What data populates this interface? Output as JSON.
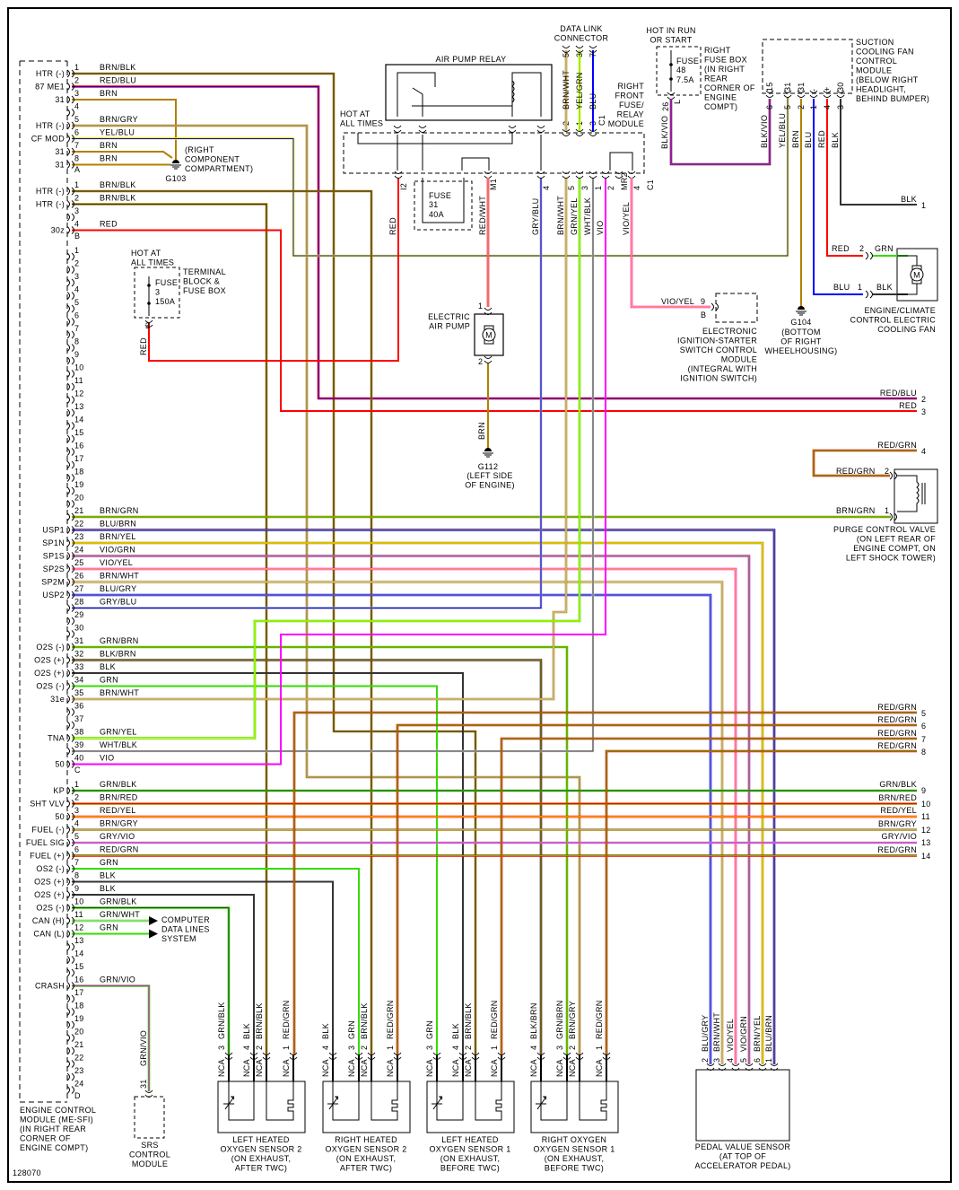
{
  "figure_id": "128070",
  "wire_colors": {
    "BRN": "#b08000",
    "RED": "#ff0000",
    "BLU": "#0000ff",
    "GRN": "#33dd00",
    "YEL": "#ffff00",
    "BLK": "#333333",
    "GRY": "#aaaaaa",
    "VIO": "#ff00ff",
    "WHT": "#dddddd"
  },
  "ecm": {
    "name": [
      "ENGINE CONTROL",
      "MODULE (ME-SFI)",
      "(IN RIGHT REAR",
      "CORNER OF",
      "ENGINE COMPT)"
    ],
    "connectors": [
      {
        "id": "A",
        "pins": [
          {
            "n": "1",
            "func": "HTR (-)",
            "wire": "BRN/BLK"
          },
          {
            "n": "2",
            "func": "87 ME1",
            "wire": "RED/BLU"
          },
          {
            "n": "3",
            "func": "31",
            "wire": "BRN"
          },
          {
            "n": "4",
            "func": "",
            "wire": ""
          },
          {
            "n": "5",
            "func": "HTR (-)",
            "wire": "BRN/GRY"
          },
          {
            "n": "6",
            "func": "CF MOD",
            "wire": "YEL/BLU"
          },
          {
            "n": "7",
            "func": "31",
            "wire": "BRN"
          },
          {
            "n": "8",
            "func": "31",
            "wire": "BRN"
          }
        ]
      },
      {
        "id": "B",
        "pins": [
          {
            "n": "1",
            "func": "HTR (-)",
            "wire": "BRN/BLK"
          },
          {
            "n": "2",
            "func": "HTR (-)",
            "wire": "BRN/BLK"
          },
          {
            "n": "3",
            "func": "",
            "wire": ""
          },
          {
            "n": "4",
            "func": "30z",
            "wire": "RED"
          }
        ]
      },
      {
        "id": "C",
        "pins": [
          {
            "n": "1",
            "func": "",
            "wire": ""
          },
          {
            "n": "2",
            "func": "",
            "wire": ""
          },
          {
            "n": "3",
            "func": "",
            "wire": ""
          },
          {
            "n": "4",
            "func": "",
            "wire": ""
          },
          {
            "n": "5",
            "func": "",
            "wire": ""
          },
          {
            "n": "6",
            "func": "",
            "wire": ""
          },
          {
            "n": "7",
            "func": "",
            "wire": ""
          },
          {
            "n": "8",
            "func": "",
            "wire": ""
          },
          {
            "n": "9",
            "func": "",
            "wire": ""
          },
          {
            "n": "10",
            "func": "",
            "wire": ""
          },
          {
            "n": "11",
            "func": "",
            "wire": ""
          },
          {
            "n": "12",
            "func": "",
            "wire": ""
          },
          {
            "n": "13",
            "func": "",
            "wire": ""
          },
          {
            "n": "14",
            "func": "",
            "wire": ""
          },
          {
            "n": "15",
            "func": "",
            "wire": ""
          },
          {
            "n": "16",
            "func": "",
            "wire": ""
          },
          {
            "n": "17",
            "func": "",
            "wire": ""
          },
          {
            "n": "18",
            "func": "",
            "wire": ""
          },
          {
            "n": "19",
            "func": "",
            "wire": ""
          },
          {
            "n": "20",
            "func": "",
            "wire": ""
          },
          {
            "n": "21",
            "func": "",
            "wire": "BRN/GRN"
          },
          {
            "n": "22",
            "func": "USP1",
            "wire": "BLU/BRN"
          },
          {
            "n": "23",
            "func": "SP1N",
            "wire": "BRN/YEL"
          },
          {
            "n": "24",
            "func": "SP1S",
            "wire": "VIO/GRN"
          },
          {
            "n": "25",
            "func": "SP2S",
            "wire": "VIO/YEL"
          },
          {
            "n": "26",
            "func": "SP2M",
            "wire": "BRN/WHT"
          },
          {
            "n": "27",
            "func": "USP2",
            "wire": "BLU/GRY"
          },
          {
            "n": "28",
            "func": "",
            "wire": "GRY/BLU"
          },
          {
            "n": "29",
            "func": "",
            "wire": ""
          },
          {
            "n": "30",
            "func": "",
            "wire": ""
          },
          {
            "n": "31",
            "func": "O2S (-)",
            "wire": "GRN/BRN"
          },
          {
            "n": "32",
            "func": "O2S (+)",
            "wire": "BLK/BRN"
          },
          {
            "n": "33",
            "func": "O2S (+)",
            "wire": "BLK"
          },
          {
            "n": "34",
            "func": "O2S (-)",
            "wire": "GRN"
          },
          {
            "n": "35",
            "func": "31e",
            "wire": "BRN/WHT"
          },
          {
            "n": "36",
            "func": "",
            "wire": ""
          },
          {
            "n": "37",
            "func": "",
            "wire": ""
          },
          {
            "n": "38",
            "func": "TNA",
            "wire": "GRN/YEL"
          },
          {
            "n": "39",
            "func": "",
            "wire": "WHT/BLK"
          },
          {
            "n": "40",
            "func": "50",
            "wire": "VIO"
          }
        ]
      },
      {
        "id": "D",
        "pins": [
          {
            "n": "1",
            "func": "KP",
            "wire": "GRN/BLK"
          },
          {
            "n": "2",
            "func": "SHT VLV",
            "wire": "BRN/RED"
          },
          {
            "n": "3",
            "func": "50",
            "wire": "RED/YEL"
          },
          {
            "n": "4",
            "func": "FUEL (-)",
            "wire": "BRN/GRY"
          },
          {
            "n": "5",
            "func": "FUEL SIG",
            "wire": "GRY/VIO"
          },
          {
            "n": "6",
            "func": "FUEL (+)",
            "wire": "RED/GRN"
          },
          {
            "n": "7",
            "func": "OS2 (-)",
            "wire": "GRN"
          },
          {
            "n": "8",
            "func": "O2S (+)",
            "wire": "BLK"
          },
          {
            "n": "9",
            "func": "O2S (+)",
            "wire": "BLK"
          },
          {
            "n": "10",
            "func": "O2S (-)",
            "wire": "GRN/BLK"
          },
          {
            "n": "11",
            "func": "CAN (H)",
            "wire": "GRN/WHT"
          },
          {
            "n": "12",
            "func": "CAN (L)",
            "wire": "GRN"
          },
          {
            "n": "13",
            "func": "",
            "wire": ""
          },
          {
            "n": "14",
            "func": "",
            "wire": ""
          },
          {
            "n": "15",
            "func": "",
            "wire": ""
          },
          {
            "n": "16",
            "func": "CRASH",
            "wire": "GRN/VIO"
          },
          {
            "n": "17",
            "func": "",
            "wire": ""
          },
          {
            "n": "18",
            "func": "",
            "wire": ""
          },
          {
            "n": "19",
            "func": "",
            "wire": ""
          },
          {
            "n": "20",
            "func": "",
            "wire": ""
          },
          {
            "n": "21",
            "func": "",
            "wire": ""
          },
          {
            "n": "22",
            "func": "",
            "wire": ""
          },
          {
            "n": "23",
            "func": "",
            "wire": ""
          },
          {
            "n": "24",
            "func": "",
            "wire": ""
          }
        ]
      }
    ]
  },
  "g103": {
    "id": "G103",
    "location": [
      "(RIGHT",
      "COMPONENT",
      "COMPARTMENT)"
    ]
  },
  "terminal_block": {
    "hot": [
      "HOT AT",
      "ALL TIMES"
    ],
    "fuse": [
      "FUSE",
      "3",
      "150A"
    ],
    "name": [
      "TERMINAL",
      "BLOCK &",
      "FUSE BOX"
    ],
    "pin": "3",
    "wire": "RED"
  },
  "air_pump_relay": {
    "name": "AIR PUMP RELAY",
    "hot": [
      "HOT AT",
      "ALL TIMES"
    ]
  },
  "relay_module": {
    "name": [
      "RIGHT",
      "FRONT",
      "FUSE/",
      "RELAY",
      "MODULE"
    ],
    "fuse": [
      "FUSE",
      "31",
      "40A"
    ],
    "top_pins": [
      {
        "n": "2",
        "wire": "BRN/WHT"
      },
      {
        "n": "1",
        "wire": "YEL/GRN"
      },
      {
        "n": "3",
        "wire": "BLU"
      }
    ],
    "top_connector": "C1",
    "bottom_pins": [
      {
        "n": "I2",
        "wire": "RED"
      },
      {
        "n": "M1",
        "wire": "RED/WHT"
      },
      {
        "n": "4",
        "wire": "GRY/BLU"
      },
      {
        "n": "5",
        "wire": "BRN/WHT"
      },
      {
        "n": "3",
        "wire": "GRN/YEL"
      },
      {
        "n": "1",
        "wire": "WHT/BLK"
      },
      {
        "n": "2",
        "wire": "VIO"
      },
      {
        "n": "MR2",
        "wire": ""
      },
      {
        "n": "4",
        "wire": "VIO/YEL"
      }
    ],
    "bottom_connector": "C1"
  },
  "data_link_connector": {
    "name": [
      "DATA LINK",
      "CONNECTOR"
    ],
    "pins": [
      {
        "n": "5",
        "wire": "BRN/WHT"
      },
      {
        "n": "3",
        "wire": "YEL/GRN"
      },
      {
        "n": "7",
        "wire": "BLU"
      }
    ]
  },
  "right_fuse_box": {
    "hot": [
      "HOT IN RUN",
      "OR START"
    ],
    "fuse": [
      "FUSE",
      "48",
      "7.5A"
    ],
    "name": [
      "RIGHT",
      "FUSE BOX",
      "(IN RIGHT",
      "REAR",
      "CORNER OF",
      "ENGINE",
      "COMPT)"
    ],
    "pin": "26",
    "connector": "L",
    "wire": "BLK/VIO"
  },
  "suction_fan_module": {
    "name": [
      "SUCTION",
      "COOLING FAN",
      "CONTROL",
      "MODULE",
      "(BELOW RIGHT",
      "HEADLIGHT,",
      "BEHIND BUMPER)"
    ],
    "pins": [
      {
        "term": "15",
        "n": "6",
        "wire": "BLK/VIO"
      },
      {
        "term": "31",
        "n": "5",
        "wire": "YEL/BLU"
      },
      {
        "term": "31",
        "n": "2",
        "wire": "BRN"
      },
      {
        "term": "-",
        "n": "1",
        "wire": "BLU"
      },
      {
        "term": "+",
        "n": "4",
        "wire": "RED"
      },
      {
        "term": "30",
        "n": "3",
        "wire": "BLK"
      }
    ]
  },
  "cooling_fan": {
    "name": [
      "ENGINE/CLIMATE",
      "CONTROL ELECTRIC",
      "COOLING FAN"
    ],
    "pins": [
      {
        "n": "2",
        "wire_in": "RED",
        "wire_out": "GRN"
      },
      {
        "n": "1",
        "wire_in": "BLU",
        "wire_out": "BLK"
      }
    ],
    "motor": "M"
  },
  "air_pump": {
    "name": [
      "ELECTRIC",
      "AIR PUMP"
    ],
    "pins": [
      {
        "n": "1",
        "wire": "RED/WHT"
      },
      {
        "n": "2",
        "wire": "BRN"
      }
    ],
    "motor": "M"
  },
  "g112": {
    "id": "G112",
    "location": [
      "(LEFT SIDE",
      "OF ENGINE)"
    ]
  },
  "g104": {
    "id": "G104",
    "location": [
      "(BOTTOM",
      "OF RIGHT",
      "WHEELHOUSING)"
    ]
  },
  "ignition_module": {
    "name": [
      "ELECTRONIC",
      "IGNITION-STARTER",
      "SWITCH CONTROL",
      "MODULE",
      "(INTEGRAL WITH",
      "IGNITION SWITCH)"
    ],
    "pin": "9",
    "connector": "B",
    "wire": "VIO/YEL"
  },
  "purge_valve": {
    "name": [
      "PURGE CONTROL VALVE",
      "(ON LEFT REAR OF",
      "ENGINE COMPT, ON",
      "LEFT SHOCK TOWER)"
    ],
    "pins": [
      {
        "n": "2",
        "wire": "RED/GRN"
      },
      {
        "n": "1",
        "wire": "BRN/GRN"
      }
    ]
  },
  "data_lines": {
    "name": [
      "COMPUTER",
      "DATA LINES",
      "SYSTEM"
    ]
  },
  "srs": {
    "name": [
      "SRS",
      "CONTROL",
      "MODULE"
    ],
    "pin": "31",
    "wire": "GRN/VIO"
  },
  "right_terminals": [
    {
      "wire": "BLK",
      "n": "1"
    },
    {
      "wire": "RED/BLU",
      "n": "2"
    },
    {
      "wire": "RED",
      "n": "3"
    },
    {
      "wire": "RED/GRN",
      "n": "4"
    },
    {
      "wire": "RED/GRN",
      "n": "5"
    },
    {
      "wire": "RED/GRN",
      "n": "6"
    },
    {
      "wire": "RED/GRN",
      "n": "7"
    },
    {
      "wire": "RED/GRN",
      "n": "8"
    },
    {
      "wire": "GRN/BLK",
      "n": "9"
    },
    {
      "wire": "BRN/RED",
      "n": "10"
    },
    {
      "wire": "RED/YEL",
      "n": "11"
    },
    {
      "wire": "BRN/GRY",
      "n": "12"
    },
    {
      "wire": "GRY/VIO",
      "n": "13"
    },
    {
      "wire": "RED/GRN",
      "n": "14"
    }
  ],
  "sensors": [
    {
      "name": [
        "LEFT HEATED",
        "OXYGEN SENSOR 2",
        "(ON EXHAUST,",
        "AFTER TWC)"
      ],
      "pins": [
        {
          "n": "3",
          "wire": "GRN/BLK",
          "nca": "NCA"
        },
        {
          "n": "4",
          "wire": "BLK",
          "nca": "NCA"
        },
        {
          "n": "2",
          "wire": "BRN/BLK",
          "nca": "NCA"
        },
        {
          "n": "1",
          "wire": "RED/GRN",
          "nca": "NCA"
        }
      ]
    },
    {
      "name": [
        "RIGHT HEATED",
        "OXYGEN SENSOR 2",
        "(ON EXHAUST,",
        "AFTER TWC)"
      ],
      "pins": [
        {
          "n": "4",
          "wire": "BLK",
          "nca": "NCA"
        },
        {
          "n": "3",
          "wire": "GRN",
          "nca": "NCA"
        },
        {
          "n": "2",
          "wire": "BRN/BLK",
          "nca": "NCA"
        },
        {
          "n": "1",
          "wire": "RED/GRN",
          "nca": "NCA"
        }
      ]
    },
    {
      "name": [
        "LEFT HEATED",
        "OXYGEN SENSOR 1",
        "(ON EXHAUST,",
        "BEFORE TWC)"
      ],
      "pins": [
        {
          "n": "3",
          "wire": "GRN",
          "nca": "NCA"
        },
        {
          "n": "4",
          "wire": "BLK",
          "nca": "NCA"
        },
        {
          "n": "2",
          "wire": "BRN/BLK",
          "nca": "NCA"
        },
        {
          "n": "1",
          "wire": "RED/GRN",
          "nca": "NCA"
        }
      ]
    },
    {
      "name": [
        "RIGHT OXYGEN",
        "OXYGEN SENSOR 1",
        "(ON EXHAUST,",
        "BEFORE TWC)"
      ],
      "pins": [
        {
          "n": "4",
          "wire": "BLK/BRN",
          "nca": "NCA"
        },
        {
          "n": "3",
          "wire": "GRN/BRN",
          "nca": "NCA"
        },
        {
          "n": "2",
          "wire": "BRN/GRY",
          "nca": "NCA"
        },
        {
          "n": "1",
          "wire": "RED/GRN",
          "nca": "NCA"
        }
      ]
    }
  ],
  "pedal_sensor": {
    "name": [
      "PEDAL VALUE SENSOR",
      "(AT TOP OF",
      "ACCELERATOR PEDAL)"
    ],
    "pins": [
      {
        "n": "2",
        "wire": "BLU/GRY"
      },
      {
        "n": "3",
        "wire": "BRN/WHT"
      },
      {
        "n": "4",
        "wire": "VIO/YEL"
      },
      {
        "n": "5",
        "wire": "VIO/GRN"
      },
      {
        "n": "6",
        "wire": "BRN/YEL"
      },
      {
        "n": "1",
        "wire": "BLU/BRN"
      }
    ]
  }
}
